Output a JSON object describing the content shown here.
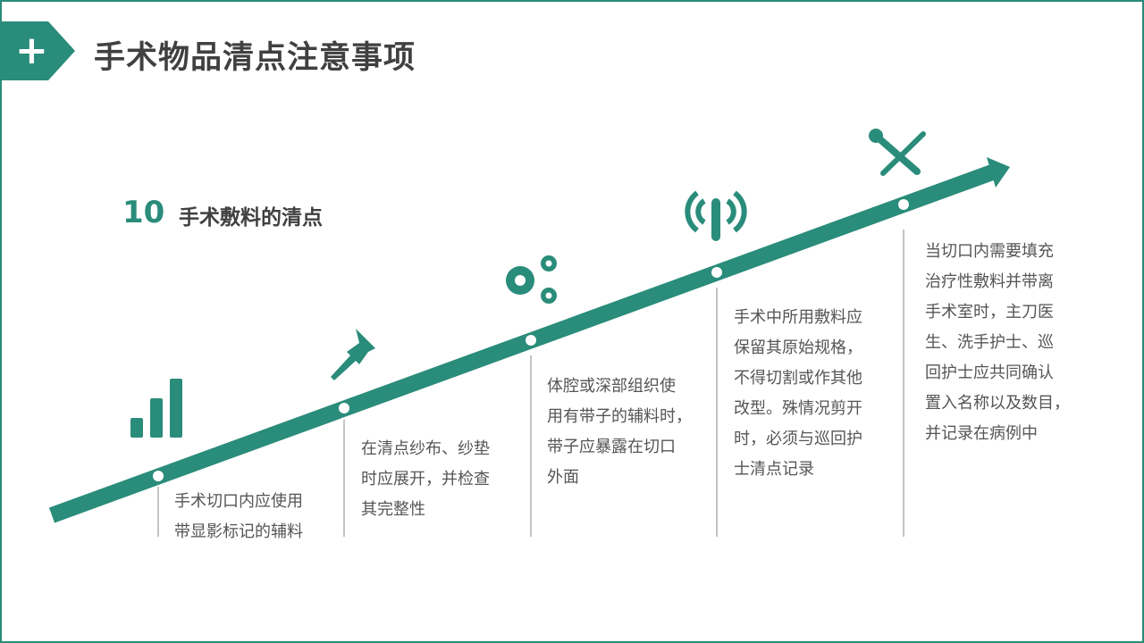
{
  "title": "手术物品清点注意事项",
  "section": {
    "number": "10",
    "label": "手术敷料的清点"
  },
  "accent": "#2a8c7a",
  "steps": [
    {
      "icon": "bar-chart-icon",
      "lines": [
        "手术切口内应使用",
        "带显影标记的辅料"
      ]
    },
    {
      "icon": "pushpin-icon",
      "lines": [
        "在清点纱布、纱垫",
        "时应展开，并检查",
        "其完整性"
      ]
    },
    {
      "icon": "gears-icon",
      "lines": [
        "体腔或深部组织使",
        "用有带子的辅料时，",
        "带子应暴露在切口",
        "外面"
      ]
    },
    {
      "icon": "signal-antenna-icon",
      "lines": [
        "手术中所用敷料应",
        "保留其原始规格，",
        "不得切割或作其他",
        "改型。殊情况剪开",
        "时，必须与巡回护",
        "士清点记录"
      ]
    },
    {
      "icon": "tools-icon",
      "lines": [
        "当切口内需要填充",
        "治疗性敷料并带离",
        "手术室时，主刀医",
        "生、洗手护士、巡",
        "回护士应共同确认",
        "置入名称以及数目，",
        "并记录在病例中"
      ]
    }
  ]
}
